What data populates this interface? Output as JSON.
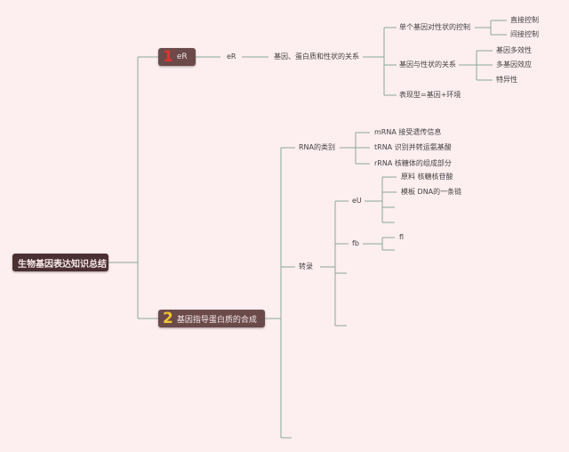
{
  "root": "生物基因表达知识总结",
  "branch1": {
    "number": "1",
    "label": "eR",
    "sub": "eR",
    "relation": "基因、蛋白质和性状的关系",
    "control": "单个基因对性状的控制",
    "direct": "直接控制",
    "indirect": "间接控制",
    "gene_trait": "基因与性状的关系",
    "pleiotropy": "基因多效性",
    "polygene": "多基因效应",
    "specificity": "特异性",
    "phenotype": "表现型=基因+环境"
  },
  "branch2": {
    "number": "2",
    "label": "基因指导蛋白质的合成",
    "rna_types": "RNA的类别",
    "mrna": "mRNA 接受遗传信息",
    "trna": "tRNA 识别并转运氨基酸",
    "rrna": "rRNA 核糖体的组成部分",
    "transcription": "转录",
    "eu": "eU",
    "raw": "原料 核糖核苷酸",
    "template": "模板 DNA的一条链",
    "fb": "fb",
    "fl": "fl"
  },
  "colors": {
    "background": "#fdeef0",
    "root_box": "#4a2f33",
    "branch_box": "#6b4a4a",
    "number1": "#e0332f",
    "number2": "#f2c531",
    "line": "#8aa898"
  }
}
